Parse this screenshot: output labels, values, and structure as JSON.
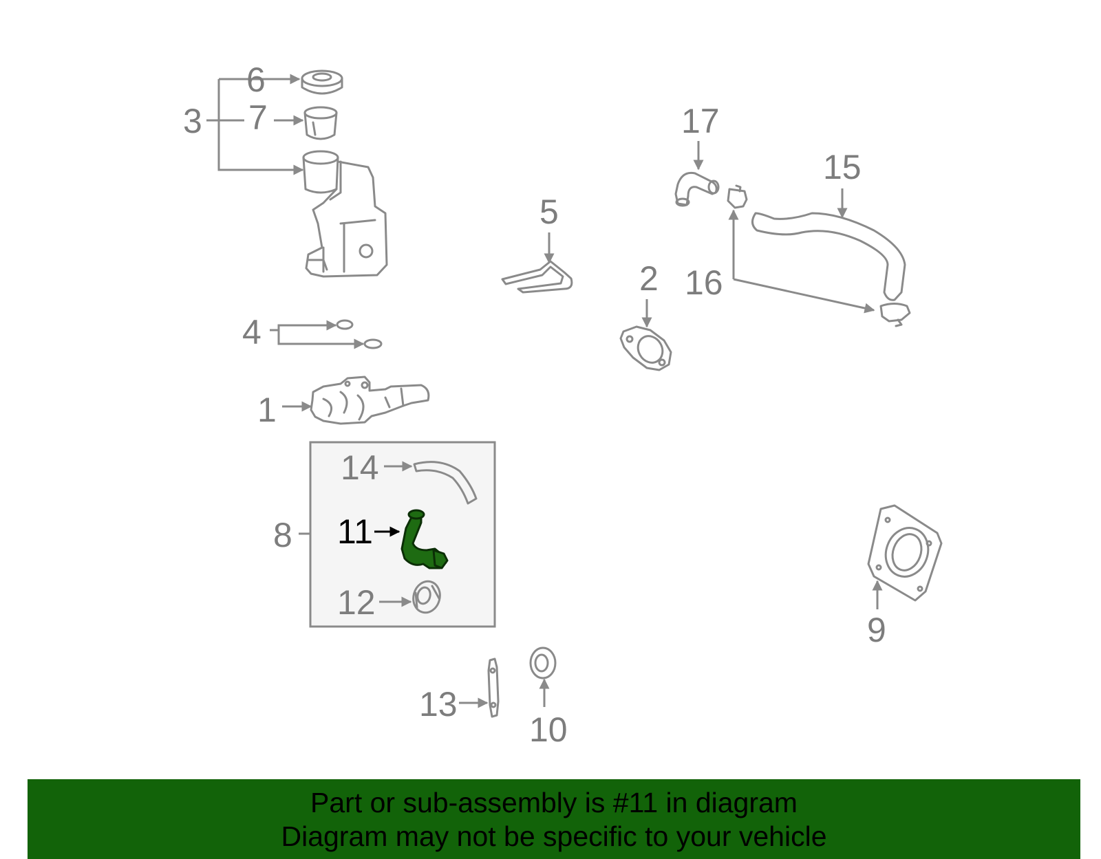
{
  "diagram": {
    "callouts": {
      "c1": "1",
      "c2": "2",
      "c3": "3",
      "c4": "4",
      "c5": "5",
      "c6": "6",
      "c7": "7",
      "c8": "8",
      "c9": "9",
      "c10": "10",
      "c11": "11",
      "c12": "12",
      "c13": "13",
      "c14": "14",
      "c15": "15",
      "c16": "16",
      "c17": "17"
    },
    "highlighted_part": "11",
    "colors": {
      "parts": "#8a8a8a",
      "highlight": "#1e6b12",
      "banner": "#126309",
      "subassembly_box": "#f5f5f5"
    }
  },
  "banner": {
    "line1": "Part or sub-assembly is #11 in diagram",
    "line2": "Diagram may not be specific to your vehicle"
  }
}
